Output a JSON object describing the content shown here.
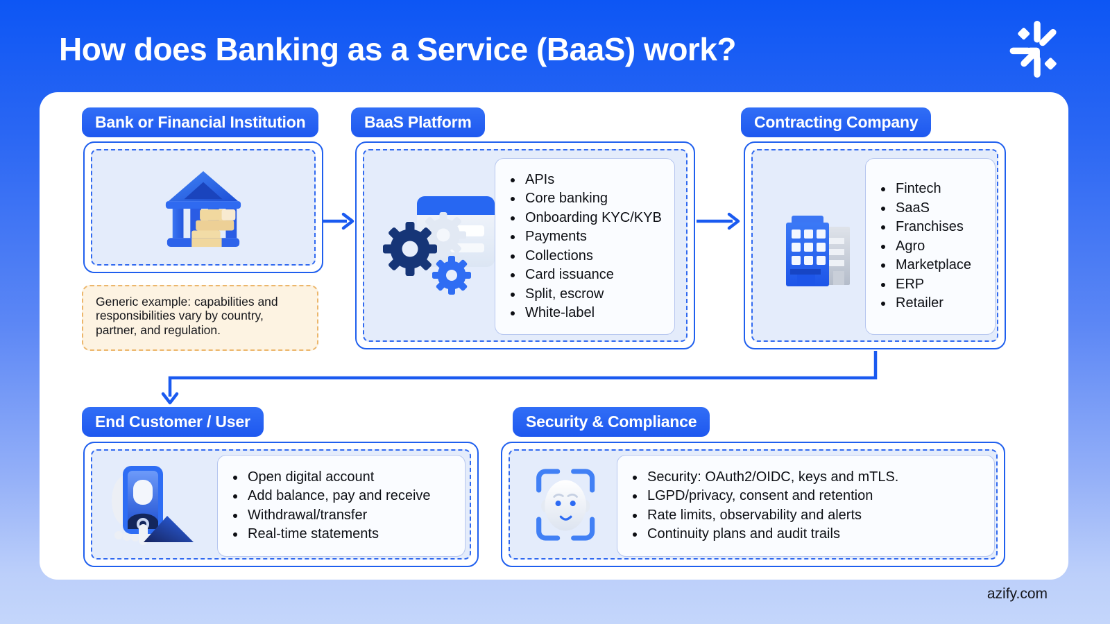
{
  "header": {
    "title": "How does Banking as a Service (BaaS) work?",
    "logo_icon": "azify-starburst"
  },
  "footer": {
    "website": "azify.com"
  },
  "diagram": {
    "bank": {
      "label": "Bank or Financial Institution",
      "icon": "bank-building"
    },
    "note": {
      "text": "Generic example: capabilities and responsibilities vary by country, partner, and regulation."
    },
    "baas": {
      "label": "BaaS Platform",
      "icon": "gears-and-window",
      "items": [
        "APIs",
        "Core banking",
        "Onboarding KYC/KYB",
        "Payments",
        "Collections",
        "Card issuance",
        "Split, escrow",
        "White-label"
      ]
    },
    "contracting": {
      "label": "Contracting Company",
      "icon": "office-buildings",
      "items": [
        "Fintech",
        "SaaS",
        "Franchises",
        "Agro",
        "Marketplace",
        "ERP",
        "Retailer"
      ]
    },
    "end_customer": {
      "label": "End Customer / User",
      "icon": "hand-holding-phone",
      "items": [
        "Open digital account",
        "Add balance, pay and receive",
        "Withdrawal/transfer",
        "Real-time statements"
      ]
    },
    "security": {
      "label": "Security & Compliance",
      "icon": "face-scan",
      "items": [
        "Security: OAuth2/OIDC, keys and mTLS.",
        "LGPD/privacy, consent and retention",
        "Rate limits, observability and alerts",
        "Continuity plans and audit trails"
      ]
    }
  },
  "colors": {
    "accent_blue": "#2563f0",
    "arrow_blue": "#1a5af0",
    "panel_blue": "#e4ecfb",
    "note_bg": "#fdf3e2",
    "note_border": "#ecb66b",
    "card_bg": "#ffffff"
  }
}
